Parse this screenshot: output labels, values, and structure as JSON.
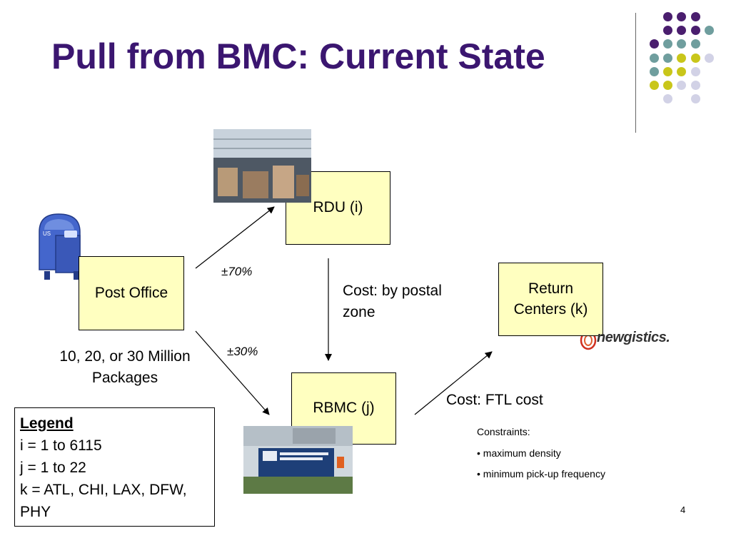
{
  "slide": {
    "title": "Pull from BMC: Current State",
    "page_number": "4"
  },
  "decoration": {
    "dot_colors": {
      "purple": "#4a1e6e",
      "teal": "#6f9e9e",
      "olive": "#c9c61a",
      "lavender": "#d2d2e6"
    },
    "dot_rows": [
      [
        "none",
        "purple",
        "purple",
        "purple",
        "none"
      ],
      [
        "none",
        "purple",
        "purple",
        "purple",
        "teal"
      ],
      [
        "purple",
        "teal",
        "teal",
        "teal",
        "none"
      ],
      [
        "teal",
        "teal",
        "olive",
        "olive",
        "lavender"
      ],
      [
        "teal",
        "olive",
        "olive",
        "lavender",
        "none"
      ],
      [
        "olive",
        "olive",
        "lavender",
        "lavender",
        "none"
      ],
      [
        "none",
        "lavender",
        "none",
        "lavender",
        "none"
      ]
    ]
  },
  "diagram": {
    "post_office": "Post Office",
    "rdu": "RDU (i)",
    "rbmc": "RBMC (j)",
    "return_centers": "Return Centers (k)",
    "pct_70": "±70%",
    "pct_30": "±30%",
    "cost_postal": "Cost: by postal zone",
    "cost_ftl": "Cost: FTL cost",
    "packages": "10, 20, or 30 Million Packages",
    "newgistics_logo": "newgistics."
  },
  "constraints": {
    "heading": "Constraints:",
    "items": [
      "• maximum density",
      "• minimum pick-up frequency"
    ]
  },
  "legend": {
    "title": "Legend",
    "lines": [
      "i = 1 to 6115",
      "j = 1 to 22",
      "k = ATL, CHI, LAX, DFW, PHY"
    ]
  }
}
